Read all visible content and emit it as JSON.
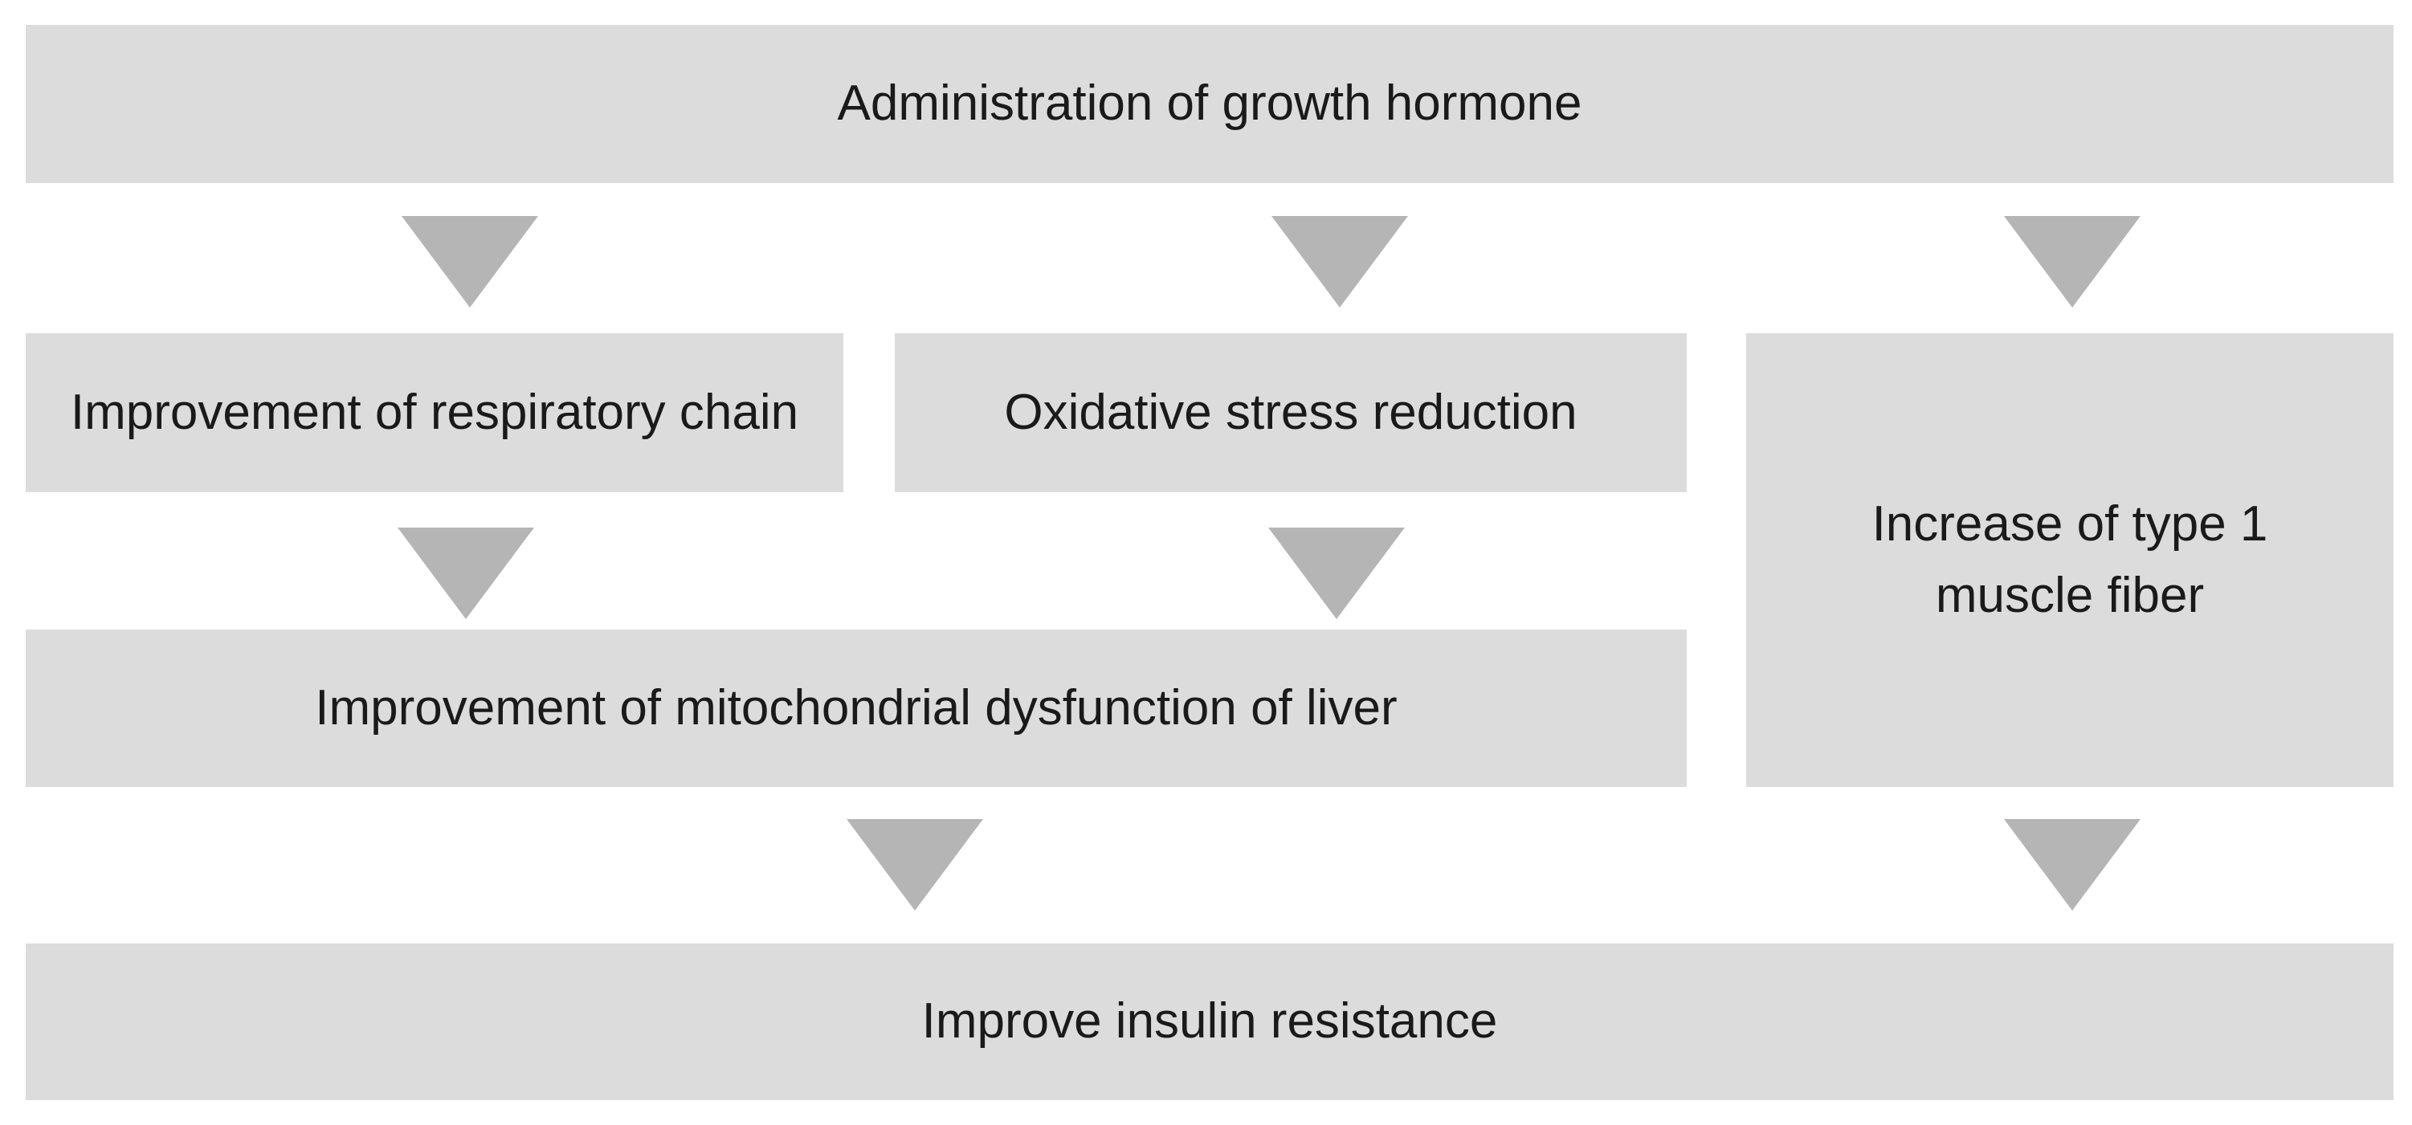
{
  "diagram": {
    "title_hint": "Flowchart of growth hormone administration effects",
    "colors": {
      "background": "#ffffff",
      "box_fill": "#dcdcdc",
      "arrow": "#b5b5b5",
      "text": "#1a1a1a"
    },
    "nodes": {
      "top": {
        "label": "Administration of growth hormone"
      },
      "respiratory": {
        "label": "Improvement of respiratory chain"
      },
      "oxidative": {
        "label": "Oxidative stress reduction"
      },
      "muscle": {
        "line1": "Increase of type 1",
        "line2": "muscle fiber"
      },
      "mitochondrial": {
        "label": "Improvement of mitochondrial dysfunction of liver"
      },
      "insulin": {
        "label": "Improve insulin resistance"
      }
    },
    "edges": [
      "top -> respiratory",
      "top -> oxidative",
      "top -> muscle",
      "respiratory -> mitochondrial",
      "oxidative -> mitochondrial",
      "mitochondrial -> insulin",
      "muscle -> insulin"
    ]
  }
}
